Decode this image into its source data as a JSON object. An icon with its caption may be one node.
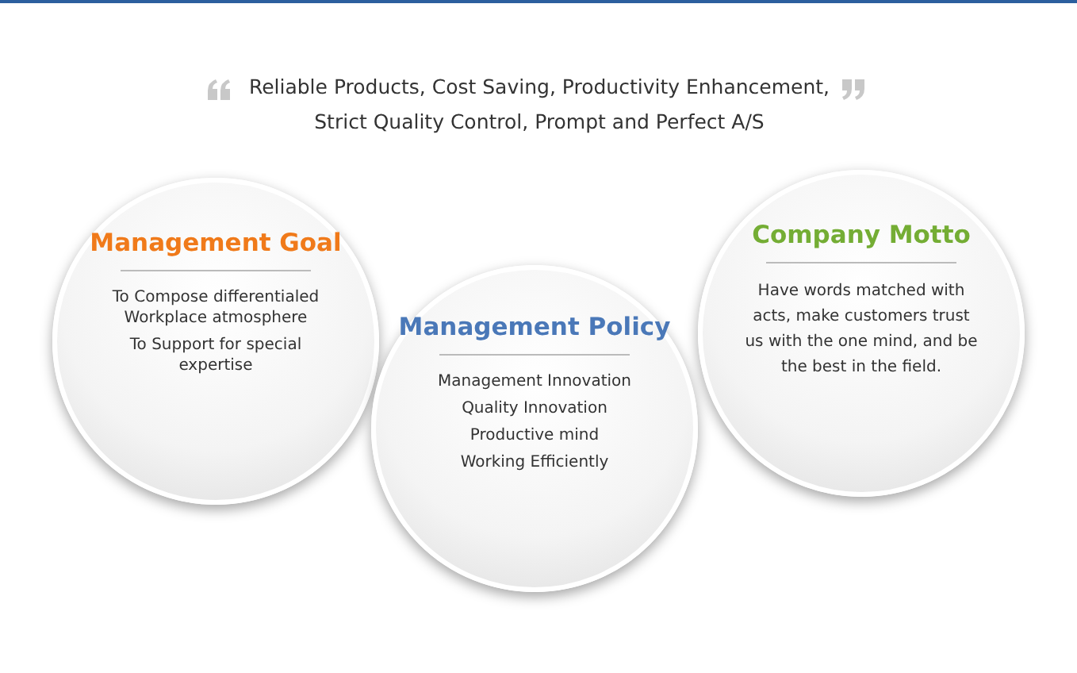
{
  "diagram": {
    "nodes": [
      {
        "text": [
          "Management Goal",
          "To Compose differentialed Workplace atmosphere",
          "To Support for special expertise"
        ]
      },
      {
        "text": [
          "Management Policy",
          "Management Innovation",
          "Quality Innovation",
          "Productive mind",
          "Working Efficiently"
        ]
      },
      {
        "text": [
          "Company Motto",
          "Have words matched with acts, make customers trust us with the one mind, and be the best in the field."
        ]
      }
    ],
    "labels": [
      "Reliable Products, Cost Saving, Productivity Enhancement, Strict Quality Control, Prompt and Perfect A/S"
    ]
  }
}
